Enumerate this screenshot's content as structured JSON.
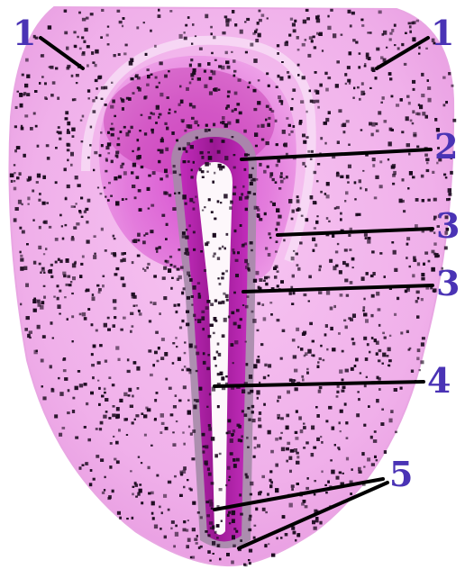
{
  "figure": {
    "labels": {
      "l1_left": "1",
      "l1_right": "1",
      "l2": "2",
      "l3_upper": "3",
      "l3_lower": "3",
      "l4": "4",
      "l5": "5"
    },
    "colors": {
      "background": "#ffffff",
      "tissue_light": "#f2b8ee",
      "tissue_mid": "#e98ae3",
      "tissue_dark": "#d642cc",
      "tissue_deep": "#a01f9a",
      "nuclei": "#1b0b1f",
      "lumen": "#fdf7fb",
      "label": "#4a33b5",
      "leader_line": "#000000"
    }
  }
}
